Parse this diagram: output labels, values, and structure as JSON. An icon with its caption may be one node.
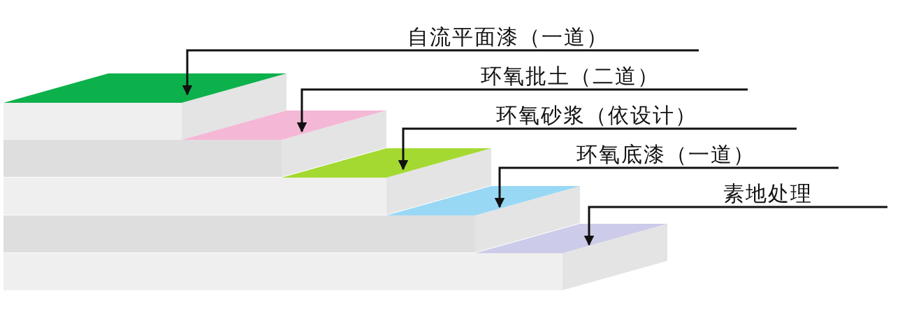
{
  "diagram": {
    "nodes": [
      {
        "text": [
          "自流平面漆（一道）"
        ]
      },
      {
        "text": [
          "环氧批土（二道）"
        ]
      },
      {
        "text": [
          "环氧砂浆（依设计）"
        ]
      },
      {
        "text": [
          "环氧底漆（一道）"
        ]
      },
      {
        "text": [
          "素地处理"
        ]
      },
      {
        "text": [],
        "shape": "parallelogram"
      },
      {
        "text": [],
        "shape": "parallelogram"
      },
      {
        "text": [],
        "shape": "parallelogram"
      },
      {
        "text": [],
        "shape": "parallelogram"
      },
      {
        "text": [],
        "shape": "parallelogram"
      }
    ],
    "edges": [
      {
        "from": 0,
        "to": 5,
        "arrow": "to"
      },
      {
        "from": 1,
        "to": 6,
        "arrow": "to"
      },
      {
        "from": 2,
        "to": 7,
        "arrow": "to"
      },
      {
        "from": 3,
        "to": 8,
        "arrow": "to"
      },
      {
        "from": 4,
        "to": 9,
        "arrow": "to"
      }
    ]
  }
}
